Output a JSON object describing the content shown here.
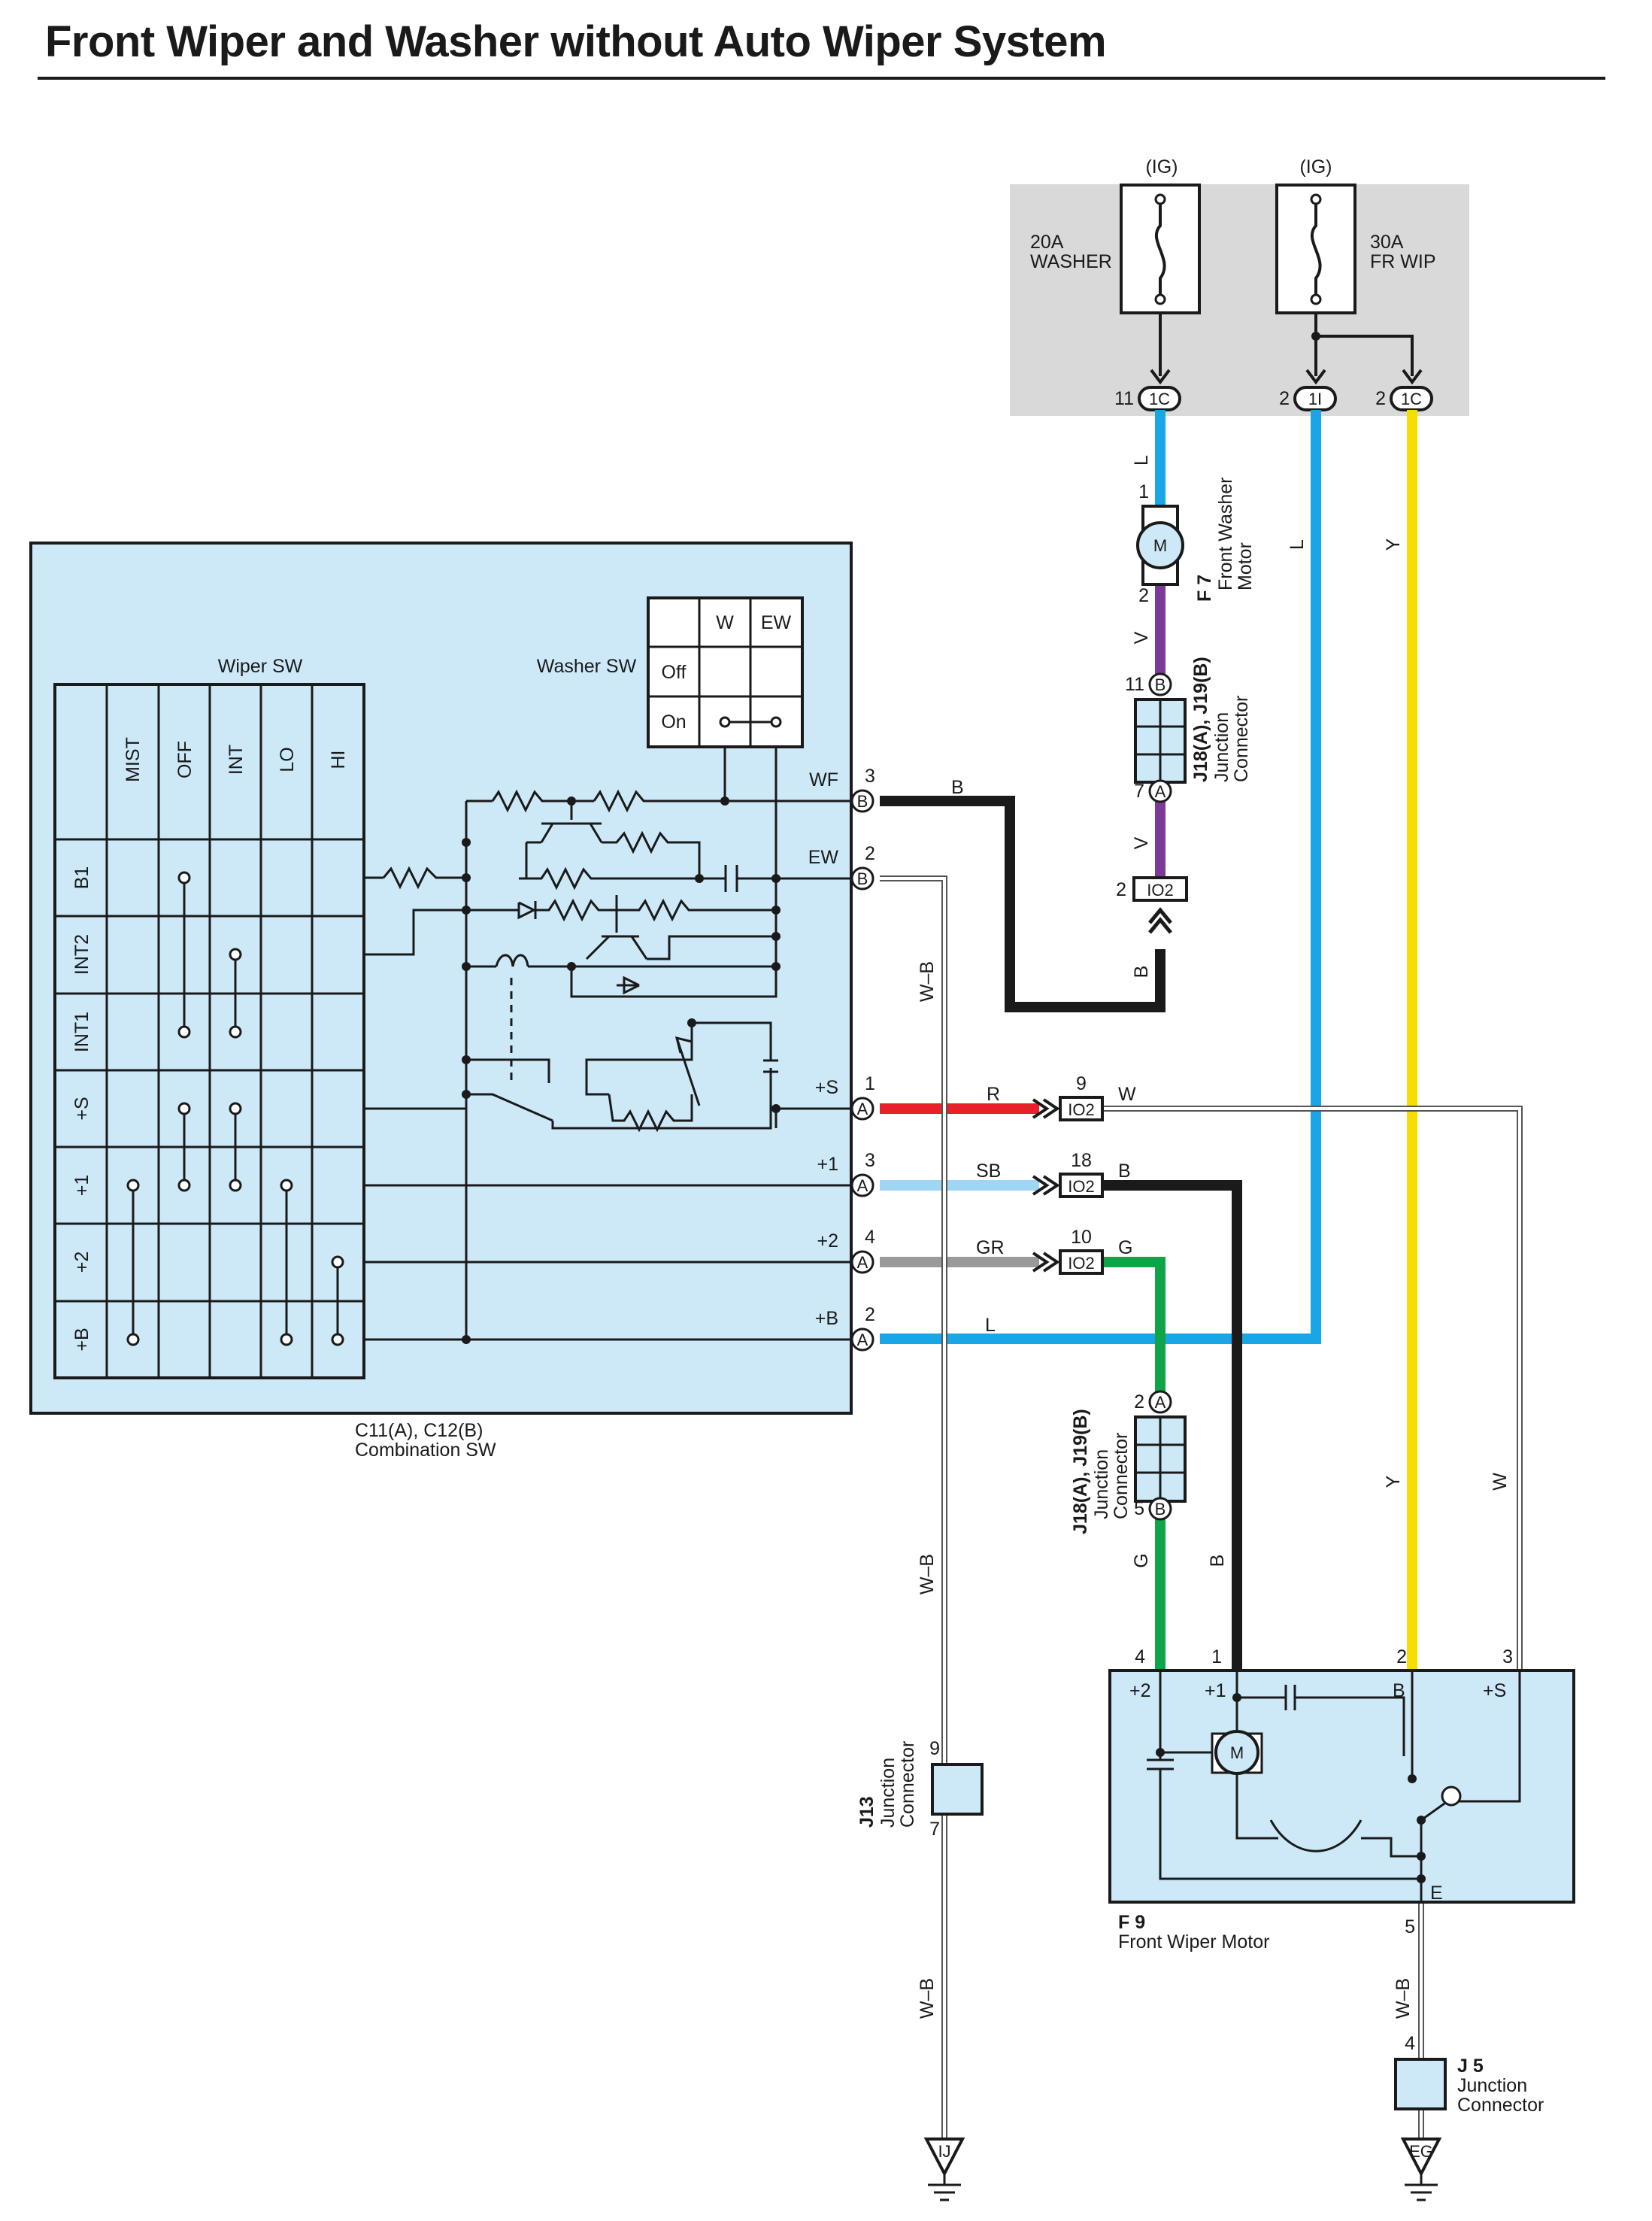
{
  "title": "Front Wiper and Washer without Auto Wiper System",
  "colors": {
    "L": "#19a6e6",
    "Y": "#f7dd00",
    "V": "#7c3b9b",
    "B": "#1a1a1a",
    "R": "#e8202a",
    "SB": "#9fd6f4",
    "GR": "#9a9a9a",
    "G": "#0fa447",
    "W": "#ffffff",
    "box_fill": "#cde9f8",
    "fuse_box_fill": "#d9d9d9"
  },
  "fuses": [
    {
      "supply": "(IG)",
      "rating": "20A",
      "name": "WASHER"
    },
    {
      "supply": "(IG)",
      "rating": "30A",
      "name": "FR WIP"
    }
  ],
  "connectors": {
    "washer_fuse_out": {
      "pin": "11",
      "code": "1C"
    },
    "frwip_fuse_out_1": {
      "pin": "2",
      "code": "1I"
    },
    "frwip_fuse_out_2": {
      "pin": "2",
      "code": "1C"
    },
    "io2_v": {
      "pin": "2",
      "code": "IO2"
    },
    "io2_r": {
      "pin": "9",
      "code": "IO2"
    },
    "io2_sb": {
      "pin": "18",
      "code": "IO2"
    },
    "io2_gr": {
      "pin": "10",
      "code": "IO2"
    }
  },
  "washer_motor": {
    "id": "F 7",
    "name_line1": "Front Washer",
    "name_line2": "Motor",
    "pin_top": "1",
    "pin_bottom": "2",
    "symbol": "M"
  },
  "junction_top": {
    "id": "J18(A), J19(B)",
    "name_line1": "Junction",
    "name_line2": "Connector",
    "pin_top": "11",
    "pin_top_tag": "B",
    "pin_bottom": "7",
    "pin_bottom_tag": "A"
  },
  "junction_mid": {
    "id": "J18(A), J19(B)",
    "name_line1": "Junction",
    "name_line2": "Connector",
    "pin_top": "2",
    "pin_top_tag": "A",
    "pin_bottom": "5",
    "pin_bottom_tag": "B"
  },
  "combo_switch": {
    "id": "C11(A), C12(B)",
    "name": "Combination SW",
    "wiper_sw_label": "Wiper SW",
    "columns": [
      "MIST",
      "OFF",
      "INT",
      "LO",
      "HI"
    ],
    "rows": [
      "B1",
      "INT2",
      "INT1",
      "+S",
      "+1",
      "+2",
      "+B"
    ],
    "washer_sw": {
      "label": "Washer SW",
      "columns": [
        "W",
        "EW"
      ],
      "rows": [
        "Off",
        "On"
      ]
    },
    "terminals": [
      {
        "name": "WF",
        "pin": "3",
        "tag": "B",
        "wire": "B"
      },
      {
        "name": "EW",
        "pin": "2",
        "tag": "B",
        "wire": "W-B"
      },
      {
        "name": "+S",
        "pin": "1",
        "tag": "A",
        "wire": "R"
      },
      {
        "name": "+1",
        "pin": "3",
        "tag": "A",
        "wire": "SB"
      },
      {
        "name": "+2",
        "pin": "4",
        "tag": "A",
        "wire": "GR"
      },
      {
        "name": "+B",
        "pin": "2",
        "tag": "A",
        "wire": "L"
      }
    ]
  },
  "wire_labels": {
    "L": "L",
    "Y": "Y",
    "V": "V",
    "B": "B",
    "WB": "W–B",
    "R": "R",
    "SB": "SB",
    "GR": "GR",
    "G": "G",
    "W": "W"
  },
  "wiper_motor": {
    "id": "F 9",
    "name": "Front Wiper Motor",
    "symbol": "M",
    "pins": [
      {
        "num": "4",
        "name": "+2"
      },
      {
        "num": "1",
        "name": "+1"
      },
      {
        "num": "2",
        "name": "B"
      },
      {
        "num": "3",
        "name": "+S"
      }
    ],
    "ground_pin": "E",
    "ground_num": "5"
  },
  "j13": {
    "id": "J13",
    "name_line1": "Junction",
    "name_line2": "Connector",
    "pin_top": "9",
    "pin_bottom": "7"
  },
  "j5": {
    "id": "J 5",
    "name_line1": "Junction",
    "name_line2": "Connector",
    "pin_top": "4"
  },
  "grounds": [
    {
      "code": "IJ"
    },
    {
      "code": "EG"
    }
  ]
}
